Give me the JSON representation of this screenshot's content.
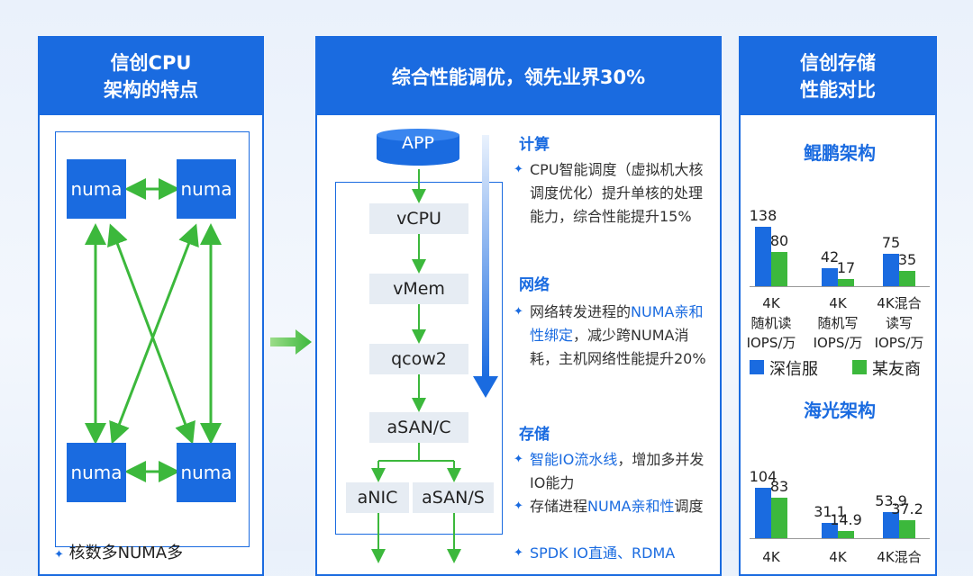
{
  "panel1": {
    "title_line1": "信创CPU",
    "title_line2": "架构的特点",
    "numa_labels": [
      "numa",
      "numa",
      "numa",
      "numa"
    ],
    "bottom_text": "核数多NUMA多"
  },
  "panel2": {
    "title": "综合性能调优，领先业界30%",
    "app_label": "APP",
    "stack": [
      "vCPU",
      "vMem",
      "qcow2",
      "aSAN/C"
    ],
    "bottom_left": "aNIC",
    "bottom_right": "aSAN/S",
    "sections": [
      {
        "title": "计算",
        "bullets": [
          {
            "pre": "CPU智能调度（虚拟机大核调度优化）",
            "hl": "",
            "post": "提升单核的处理能力，综合性能提升15%"
          }
        ]
      },
      {
        "title": "网络",
        "bullets": [
          {
            "pre": "网络转发进程的",
            "hl": "NUMA亲和性绑定",
            "post": "，减少跨NUMA消耗，主机网络性能提升20%"
          }
        ]
      },
      {
        "title": "存储",
        "bullets": [
          {
            "pre": "",
            "hl": "智能IO流水线",
            "post": "，增加多并发IO能力"
          },
          {
            "pre": "存储进程",
            "hl": "NUMA亲和性",
            "post": "调度"
          },
          {
            "pre": "",
            "hl": "SPDK IO直通、RDMA",
            "post": ""
          }
        ]
      }
    ]
  },
  "panel3": {
    "title_line1": "信创存储",
    "title_line2": "性能对比",
    "colors": {
      "ours": "#1a6be0",
      "competitor": "#3cb83c"
    },
    "legend": [
      "深信服",
      "某友商"
    ]
  },
  "chart_data": [
    {
      "type": "bar",
      "title": "鲲鹏架构",
      "categories": [
        "4K\n随机读\nIOPS/万",
        "4K\n随机写\nIOPS/万",
        "4K混合\n读写\nIOPS/万"
      ],
      "series": [
        {
          "name": "深信服",
          "values": [
            138,
            42,
            75
          ]
        },
        {
          "name": "某友商",
          "values": [
            80,
            17,
            35
          ]
        }
      ],
      "value_labels": [
        [
          "138",
          "42",
          "75"
        ],
        [
          "80",
          "17",
          "35"
        ]
      ]
    },
    {
      "type": "bar",
      "title": "海光架构",
      "categories": [
        "4K",
        "4K",
        "4K混合"
      ],
      "series": [
        {
          "name": "深信服",
          "values": [
            104,
            31.1,
            53.9
          ]
        },
        {
          "name": "某友商",
          "values": [
            83,
            14.9,
            37.2
          ]
        }
      ],
      "value_labels": [
        [
          "104",
          "31.1",
          "53.9"
        ],
        [
          "83",
          "14.9",
          "37.2"
        ]
      ]
    }
  ]
}
